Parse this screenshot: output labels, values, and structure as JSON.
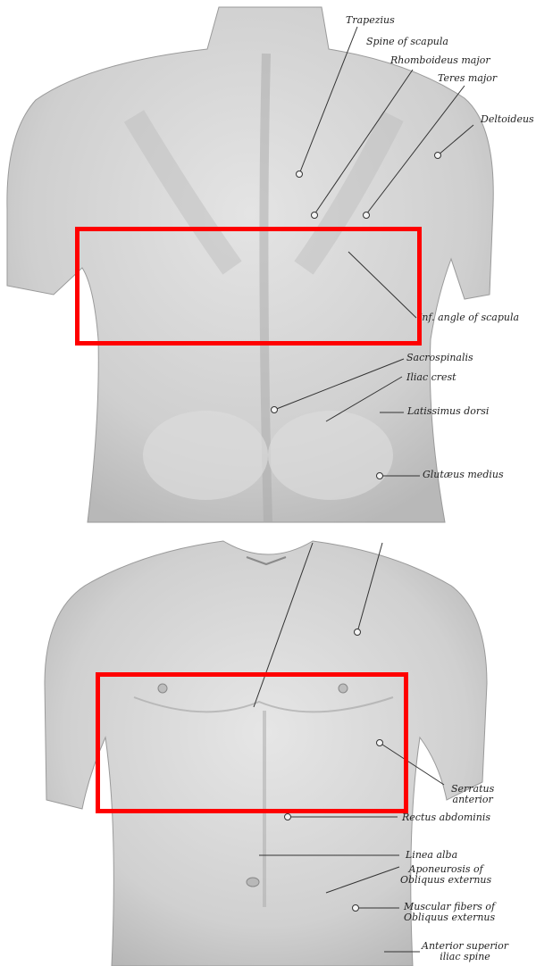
{
  "colors": {
    "highlight": "#ff0000",
    "skin": "#c9c9c9",
    "ink": "#222222"
  },
  "back_view": {
    "labels": {
      "trapezius": "Trapezius",
      "spine_of_scapula": "Spine of scapula",
      "rhomboideus_major": "Rhomboideus major",
      "teres_major": "Teres major",
      "deltoideus": "Deltoideus",
      "inf_angle_of_scapula": "Inf. angle of scapula",
      "sacrospinalis": "Sacrospinalis",
      "iliac_crest": "Iliac crest",
      "latissimus_dorsi": "Latissimus dorsi",
      "glutaeus_medius": "Glutæus medius"
    }
  },
  "front_view": {
    "labels": {
      "serratus_anterior": "Serratus\nanterior",
      "rectus_abdominis": "Rectus abdominis",
      "linea_alba": "Linea alba",
      "aponeurosis": "Aponeurosis of\nObliquus externus",
      "muscular_fibers": "Muscular fibers of\nObliquus externus",
      "anterior_superior_iliac_spine": "Anterior superior\niliac spine"
    }
  }
}
